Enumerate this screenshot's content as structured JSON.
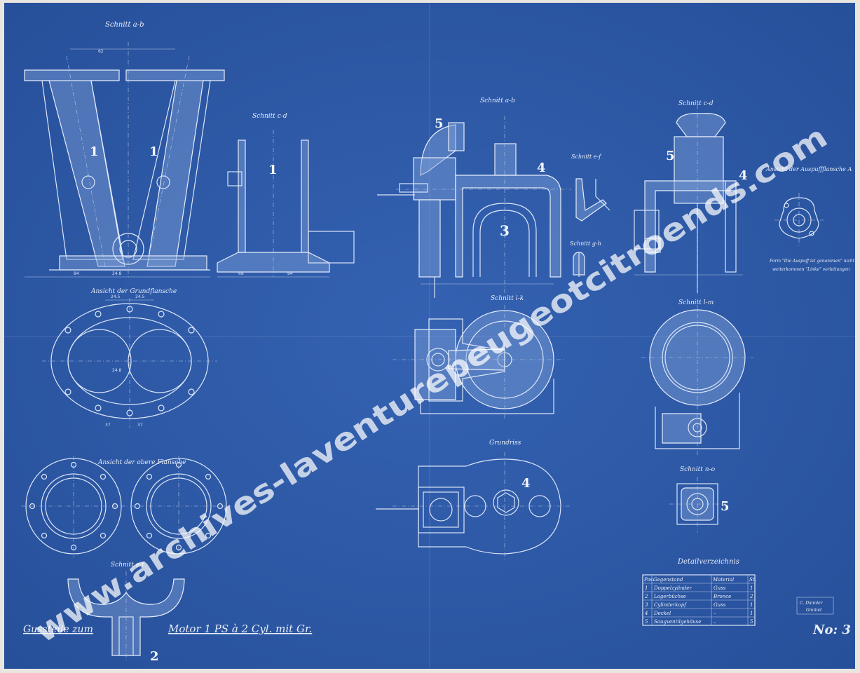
{
  "views": {
    "cyl_pair_section": "Schnitt a-b",
    "cyl_side_section": "Schnitt c-d",
    "bottom_flange": "Ansicht der Grundflansche",
    "upper_flange": "Ansicht der obere Flansche",
    "u_section": "Schnitt e-f",
    "crankcase_ab": "Schnitt a-b",
    "crankcase_cd": "Schnitt c-d",
    "ef_section": "Schnitt e-f",
    "gh_section": "Schnitt g-h",
    "exhaust_flange": "Ansicht der Auspuffflansche A",
    "exhaust_note_1": "Form \"Die Auspuff ist genommen\" nicht",
    "exhaust_note_2": "weiterkommen \"Linke\" vorleitungen",
    "ik_section": "Schnitt i-k",
    "lm_section": "Schnitt l-m",
    "ground_plan": "Grundriss",
    "no_section": "Schnitt n-o"
  },
  "part_numbers": {
    "p1": "1",
    "p2": "2",
    "p3": "3",
    "p4": "4",
    "p5": "5"
  },
  "parts_list": {
    "title": "Detailverzeichnis",
    "headers": [
      "Pos.",
      "Gegenstand",
      "Material",
      "St."
    ],
    "rows": [
      [
        "1",
        "Doppelzylinder",
        "Guss",
        "1"
      ],
      [
        "2",
        "Lagerbüchse",
        "Bronce",
        "2"
      ],
      [
        "3",
        "Cylinderkopf",
        "Guss",
        "1"
      ],
      [
        "4",
        "Deckel",
        "–",
        "1"
      ],
      [
        "5",
        "Saugventilgehäuse",
        "–",
        "5"
      ]
    ]
  },
  "title_block": {
    "left": "Gussteile zum",
    "middle": "Motor 1 PS à 2 Cyl. mit Gr.",
    "sheet_no": "No: 3",
    "stamp_1": "C. Daimler",
    "stamp_2": "Gmünd"
  },
  "watermark": "www.archives-laventurepeugeotcitroends.com",
  "colors": {
    "paper": "#2f5aa8",
    "lines": "#dce6f8",
    "border": "#e9e6e1"
  }
}
